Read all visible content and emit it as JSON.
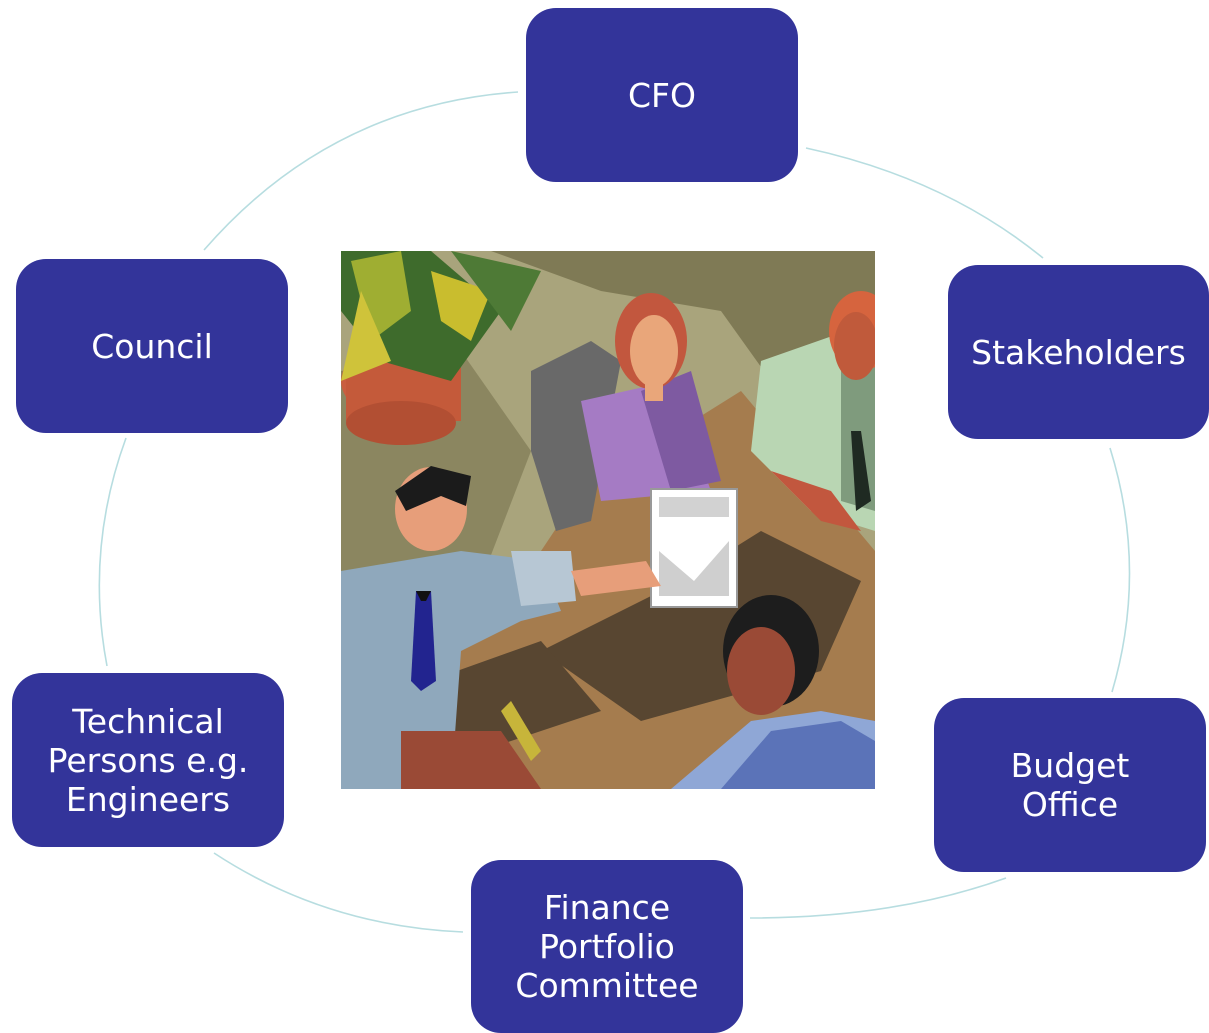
{
  "diagram": {
    "type": "cycle",
    "colors": {
      "node_fill": "#33349a",
      "node_text": "#ffffff",
      "connector": "#b7dde0"
    },
    "nodes": [
      {
        "id": "cfo",
        "label": "CFO"
      },
      {
        "id": "stakeholders",
        "label": "Stakeholders"
      },
      {
        "id": "budget",
        "label": "Budget\nOffice"
      },
      {
        "id": "finance",
        "label": "Finance\nPortfolio\nCommittee"
      },
      {
        "id": "technical",
        "label": "Technical\nPersons e.g.\nEngineers"
      },
      {
        "id": "council",
        "label": "Council"
      }
    ],
    "center_image": "business-meeting-clipart"
  }
}
